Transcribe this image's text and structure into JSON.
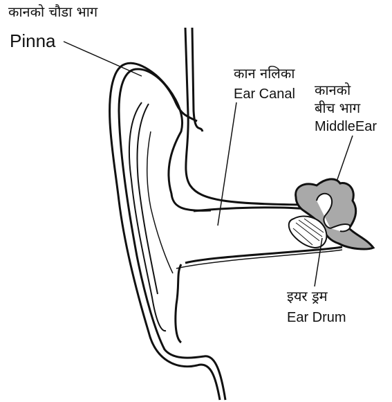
{
  "labels": {
    "pinna": {
      "nepali": "कानको चौडा भाग",
      "english": "Pinna"
    },
    "ear_canal": {
      "nepali": "कान नलिका",
      "english": "Ear Canal"
    },
    "middle_ear": {
      "nepali_line1": "कानको",
      "nepali_line2": "बीच भाग",
      "english": "MiddleEar"
    },
    "ear_drum": {
      "nepali": "इयर ड्रम",
      "english": "Ear Drum"
    }
  },
  "colors": {
    "line": "#111111",
    "middle_ear_fill": "#a9a9a9",
    "background": "#ffffff"
  }
}
